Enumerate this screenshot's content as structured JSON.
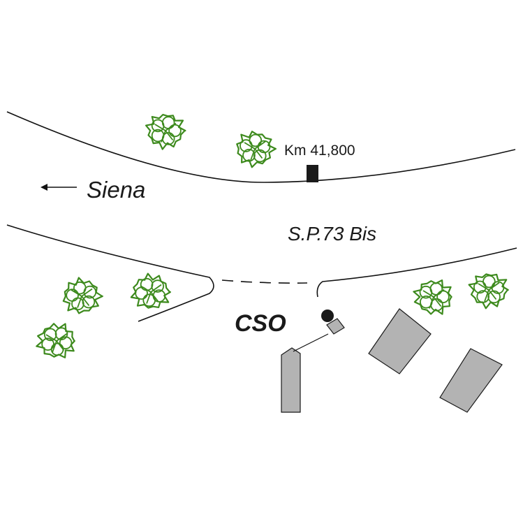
{
  "map": {
    "km_marker_label": "Km 41,800",
    "direction_label": "Siena",
    "road_label": "S.P.73 Bis",
    "site_label": "CSO",
    "colors": {
      "road_line": "#111111",
      "tree_outline": "#3d8a1d",
      "building_fill": "#b3b3b3",
      "marker_fill": "#1a1a1a"
    },
    "icons": [
      "tree-icon",
      "arrow-left-icon",
      "km-marker-icon",
      "manhole-icon"
    ]
  }
}
